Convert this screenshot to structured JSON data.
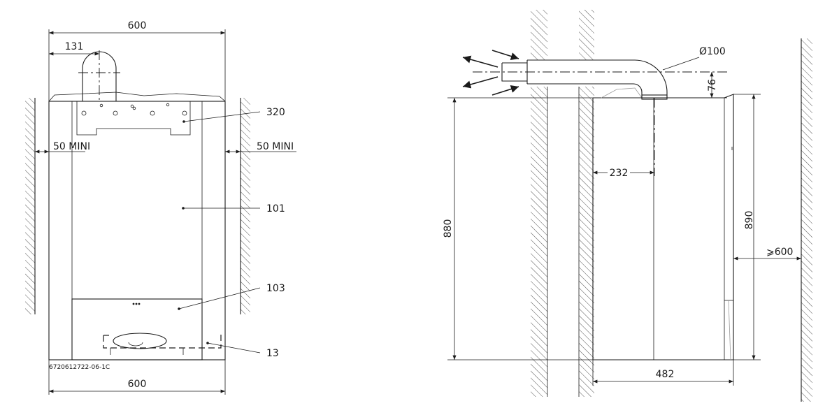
{
  "front_view": {
    "width_top": "600",
    "width_bottom": "600",
    "flue_offset": "131",
    "clearance_left": "50 MINI",
    "clearance_right": "50 MINI",
    "callouts": [
      "320",
      "101",
      "103",
      "13"
    ],
    "figure_ref": "6720612722-06-1C"
  },
  "side_view": {
    "flue_diameter": "Ø100",
    "flue_height": "76",
    "height_left": "880",
    "height_right": "890",
    "depth_center": "232",
    "depth_bottom": "482",
    "front_clearance": "⩾600"
  }
}
